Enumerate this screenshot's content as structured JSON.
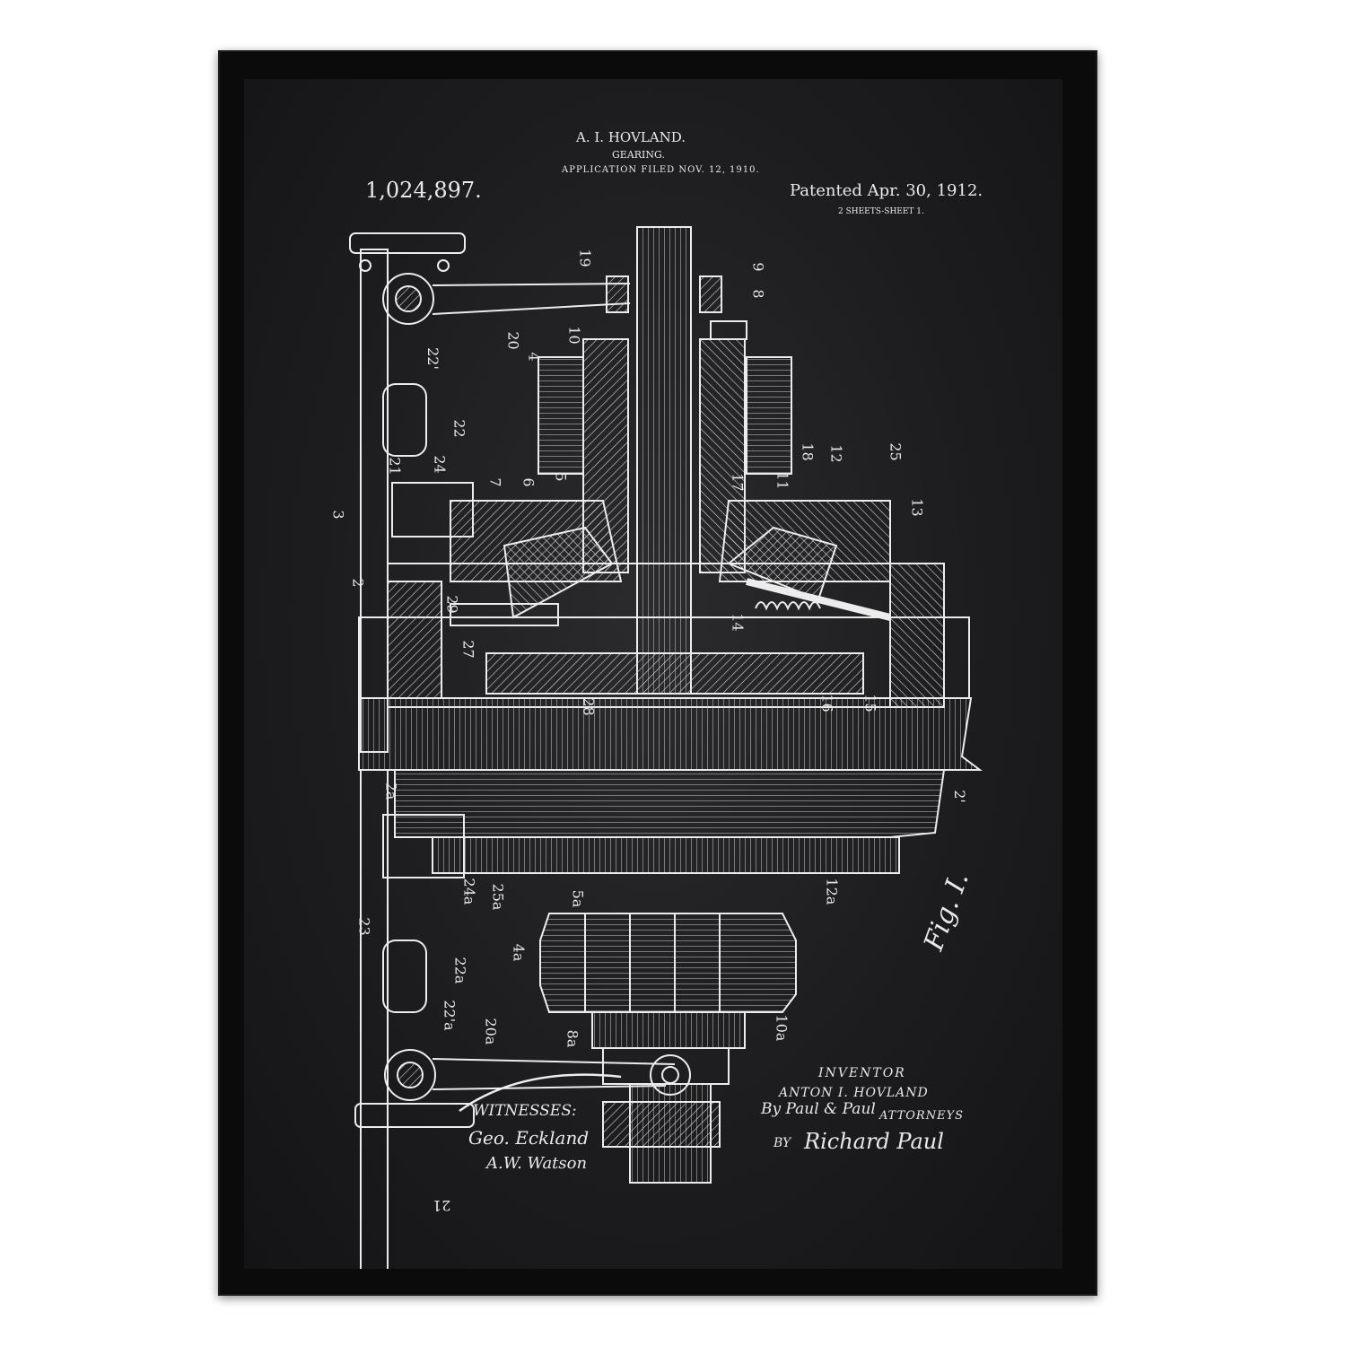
{
  "header": {
    "inventor": "A. I. HOVLAND.",
    "title": "GEARING.",
    "application": "APPLICATION FILED NOV. 12, 1910.",
    "patent_number": "1,024,897.",
    "patented": "Patented Apr. 30, 1912.",
    "sheets": "2 SHEETS-SHEET 1."
  },
  "figure": {
    "label": "Fig. I."
  },
  "reference_numbers": [
    "19",
    "9",
    "8",
    "20",
    "10",
    "4",
    "22'",
    "22",
    "21",
    "24",
    "3",
    "7",
    "6",
    "5",
    "17",
    "11",
    "18",
    "12",
    "25",
    "13",
    "2",
    "29",
    "27",
    "28",
    "14",
    "16",
    "15",
    "2'",
    "2a",
    "24a",
    "25a",
    "5a",
    "12a",
    "23",
    "22a",
    "22'a",
    "4a",
    "20a",
    "8a",
    "10a",
    "21"
  ],
  "footer": {
    "witnesses_label": "WITNESSES:",
    "witness_1": "Geo. Eckland",
    "witness_2": "A.W. Watson",
    "inventor_label": "INVENTOR",
    "inventor_name": "ANTON I. HOVLAND",
    "by_line": "By Paul & Paul",
    "attorneys_label": "ATTORNEYS",
    "by_label": "BY",
    "signature": "Richard Paul"
  },
  "colors": {
    "frame": "#0b0b0b",
    "board": "#1d1d1f",
    "ink": "#e9e9e9"
  }
}
